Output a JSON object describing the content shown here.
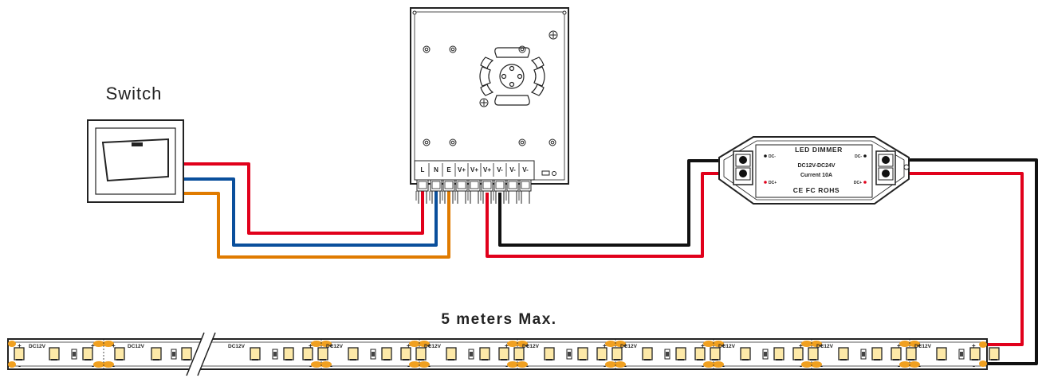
{
  "switch": {
    "label": "Switch"
  },
  "power_supply": {
    "terminals": [
      "L",
      "N",
      "E",
      "V+",
      "V+",
      "V+",
      "V-",
      "V-",
      "V-"
    ]
  },
  "dimmer": {
    "title": "LED DIMMER",
    "voltage": "DC12V-DC24V",
    "current": "Current 10A",
    "certs": "CE FC ROHS",
    "input_minus": "DC-",
    "input_plus": "DC+",
    "output_minus": "DC-",
    "output_plus": "DC+"
  },
  "strip": {
    "length_label": "5 meters Max.",
    "segment_voltage": "DC12V",
    "plus_sign": "+",
    "minus_sign": "-"
  },
  "colors": {
    "live": "#e1001b",
    "neutral": "#0a4f9c",
    "earth": "#e07b00",
    "negative": "#111111",
    "pad": "#f0a020",
    "led": "#fde9a8"
  },
  "icons": [
    "switch-icon",
    "power-supply-icon",
    "fan-grille-icon",
    "screw-icon",
    "led-dimmer-icon",
    "led-strip-icon"
  ]
}
